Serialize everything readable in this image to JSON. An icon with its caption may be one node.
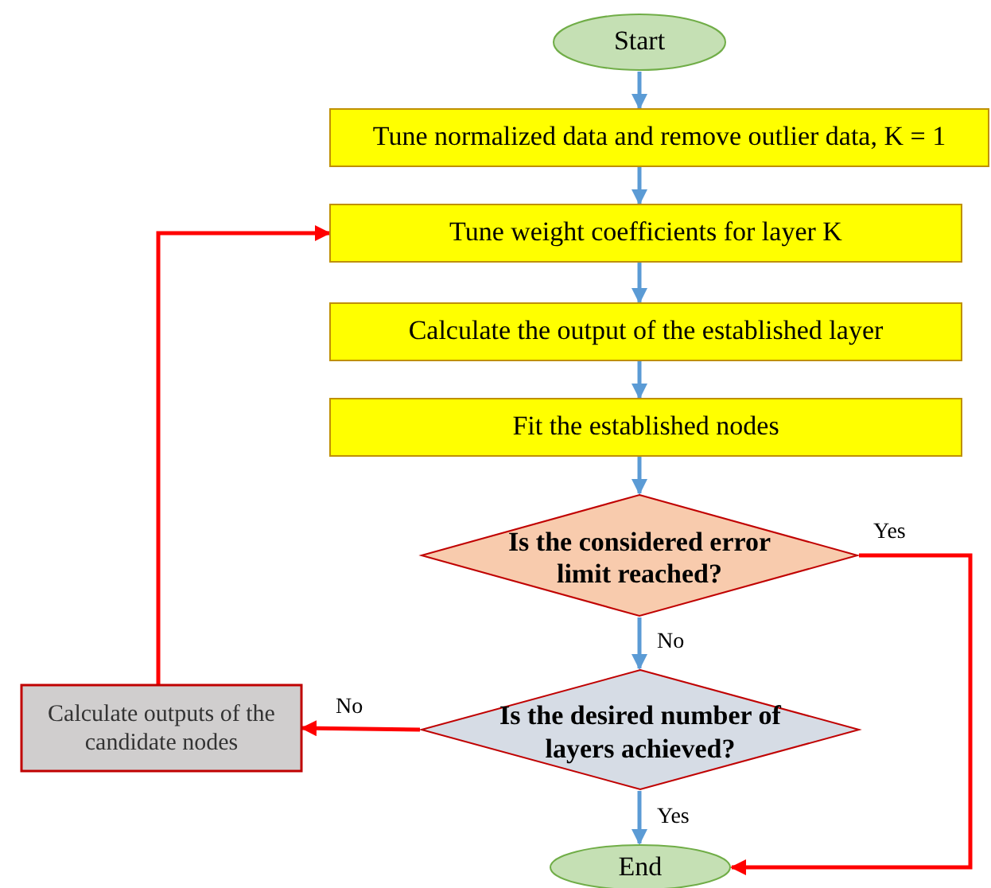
{
  "diagram": {
    "nodes": [
      {
        "text": [
          "Start"
        ]
      },
      {
        "text": [
          "Tune normalized data and remove outlier data, K = 1"
        ]
      },
      {
        "text": [
          "Tune weight coefficients for layer K"
        ]
      },
      {
        "text": [
          "Calculate the output of the established layer"
        ]
      },
      {
        "text": [
          "Fit the established nodes"
        ]
      },
      {
        "text": [
          "Is the considered error limit reached?"
        ]
      },
      {
        "text": [
          "Is the desired number of layers achieved?"
        ]
      },
      {
        "text": [
          "Calculate outputs of the candidate nodes"
        ]
      },
      {
        "text": [
          "End"
        ]
      }
    ],
    "edges": [
      {
        "from": 0,
        "to": 1,
        "arrow": "to"
      },
      {
        "from": 1,
        "to": 2,
        "arrow": "to"
      },
      {
        "from": 2,
        "to": 3,
        "arrow": "to"
      },
      {
        "from": 3,
        "to": 4,
        "arrow": "to"
      },
      {
        "from": 4,
        "to": 5,
        "arrow": "to"
      },
      {
        "from": 5,
        "to": 6,
        "arrow": "to",
        "label": "No"
      },
      {
        "from": 5,
        "to": 8,
        "arrow": "to",
        "label": "Yes",
        "color": "#ff0000"
      },
      {
        "from": 6,
        "to": 8,
        "arrow": "to",
        "label": "Yes"
      },
      {
        "from": 6,
        "to": 7,
        "arrow": "to",
        "label": "No",
        "color": "#ff0000"
      },
      {
        "from": 7,
        "to": 2,
        "arrow": "to",
        "color": "#ff0000"
      }
    ]
  }
}
